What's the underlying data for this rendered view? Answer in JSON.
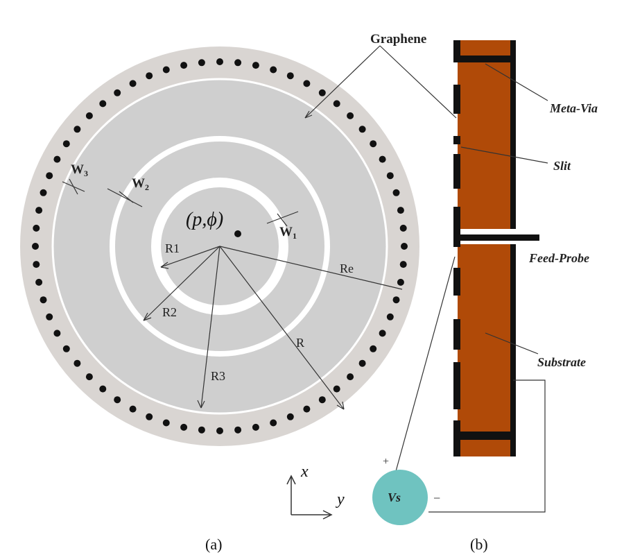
{
  "figure": {
    "panel_a": {
      "caption": "(a)",
      "labels": {
        "graphene": "Graphene",
        "point": "(p,ϕ)",
        "r1": "R1",
        "r2": "R2",
        "r3": "R3",
        "r": "R",
        "re": "Re",
        "w1": "W",
        "w1_sub": "1",
        "w2": "W",
        "w2_sub": "2",
        "w3": "W",
        "w3_sub": "3"
      },
      "axes": {
        "x": "x",
        "y": "y"
      }
    },
    "panel_b": {
      "caption": "(b)",
      "labels": {
        "meta_via": "Meta-Via",
        "slit": "Slit",
        "feed_probe": "Feed-Probe",
        "substrate": "Substrate",
        "source": "Vs",
        "plus": "+",
        "minus": "−"
      }
    },
    "colors": {
      "outer_disk": "#d9d5d2",
      "graphene_gray": "#cfcfcf",
      "substrate": "#b04a08",
      "source": "#6fc3c0",
      "ink": "#111111"
    }
  }
}
